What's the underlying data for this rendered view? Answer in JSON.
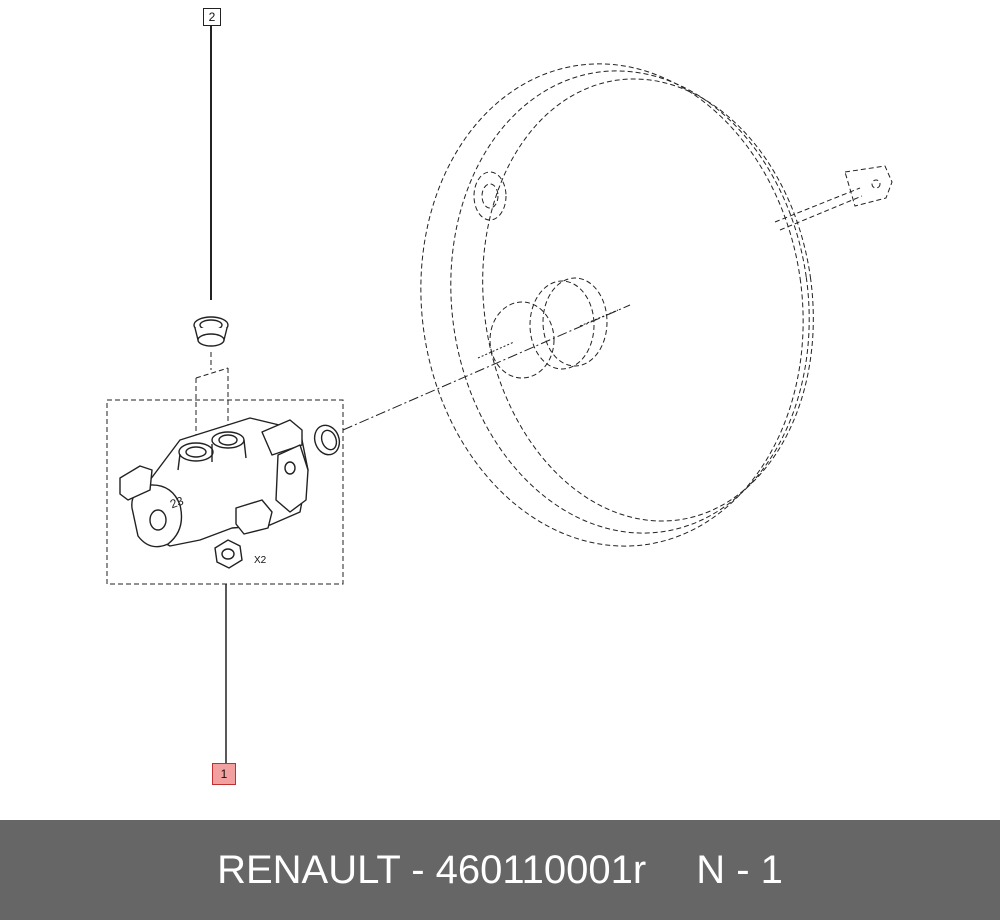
{
  "diagram": {
    "callouts": [
      {
        "id": "1",
        "label": "1",
        "highlighted": true
      },
      {
        "id": "2",
        "label": "2",
        "highlighted": false
      }
    ],
    "quantity_label": "X2",
    "cast_number": "23"
  },
  "footer": {
    "brand_part": "RENAULT - 460110001r",
    "note": "N - 1",
    "background_color": "#666666",
    "text_color": "#ffffff"
  },
  "colors": {
    "highlight_fill": "#f2a0a0",
    "highlight_border": "#c03030",
    "line": "#222222"
  }
}
